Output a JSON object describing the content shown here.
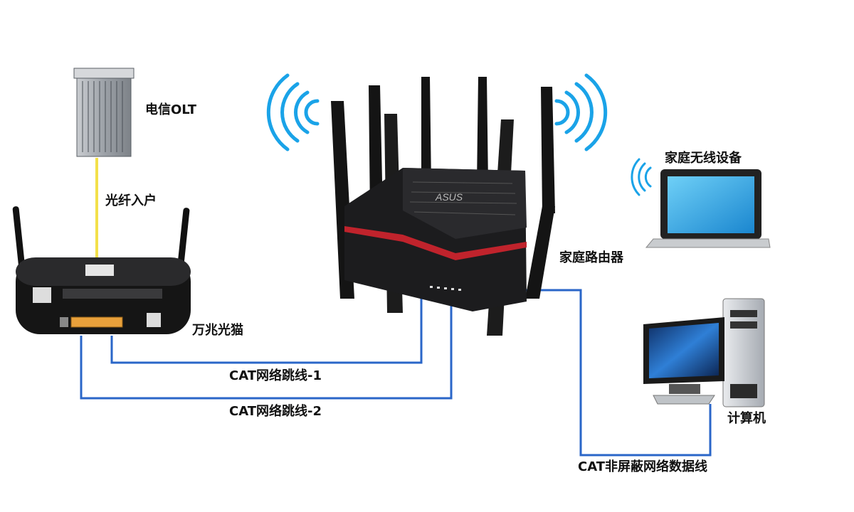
{
  "labels": {
    "olt": "电信OLT",
    "fiber": "光纤入户",
    "modem": "万兆光猫",
    "router": "家庭路由器",
    "wireless_device": "家庭无线设备",
    "computer": "计算机",
    "cable1": "CAT网络跳线-1",
    "cable2": "CAT网络跳线-2",
    "cable3": "CAT非屏蔽网络数据线"
  },
  "router_brand": "ASUS",
  "colors": {
    "cable": "#2a66c8",
    "fiber": "#f3e04a",
    "wifi_signal": "#1aa3e8",
    "router_body": "#1c1c1e",
    "router_stripe": "#c0232c",
    "modem_port": "#e9a13b",
    "screen": "#2aa3df"
  }
}
